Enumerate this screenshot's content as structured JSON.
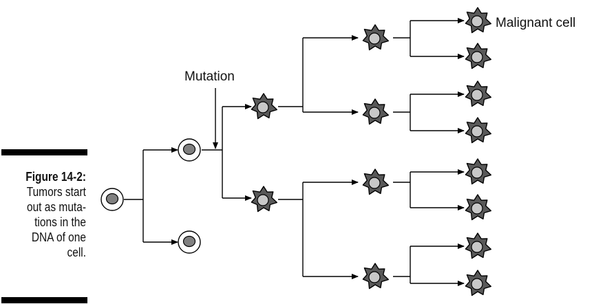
{
  "figure": {
    "number_label": "Figure 14-2:",
    "caption_lines": [
      "Tumors start",
      "out as muta-",
      "tions in the",
      "DNA of one",
      "cell."
    ]
  },
  "diagram": {
    "mutation_label": "Mutation",
    "malignant_label": "Malignant cell"
  },
  "colors": {
    "line": "#000000",
    "normal_nucleus": "#808080",
    "mutant_cell_fill": "#595959",
    "mutant_nucleus": "#c8c8c8"
  }
}
